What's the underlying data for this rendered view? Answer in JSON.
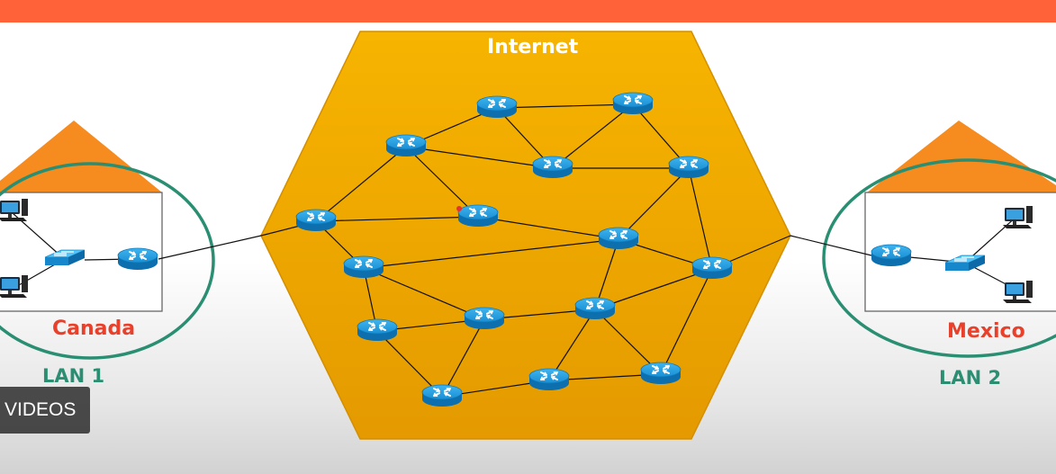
{
  "header": {
    "accent_color": "#ff6138"
  },
  "diagram": {
    "internet_label": "Internet",
    "lan_left": {
      "site": "Canada",
      "name": "LAN 1"
    },
    "lan_right": {
      "site": "Mexico",
      "name": "LAN 2"
    },
    "colors": {
      "internet_fill": "#f5b000",
      "roof": "#f68b1f",
      "lan_ring": "#2a8f72",
      "site_label": "#e8402b",
      "router": "#1594d6"
    },
    "icons": [
      "router-icon",
      "switch-icon",
      "desktop-computer-icon"
    ]
  },
  "overlay": {
    "videos_button": "VIDEOS"
  }
}
